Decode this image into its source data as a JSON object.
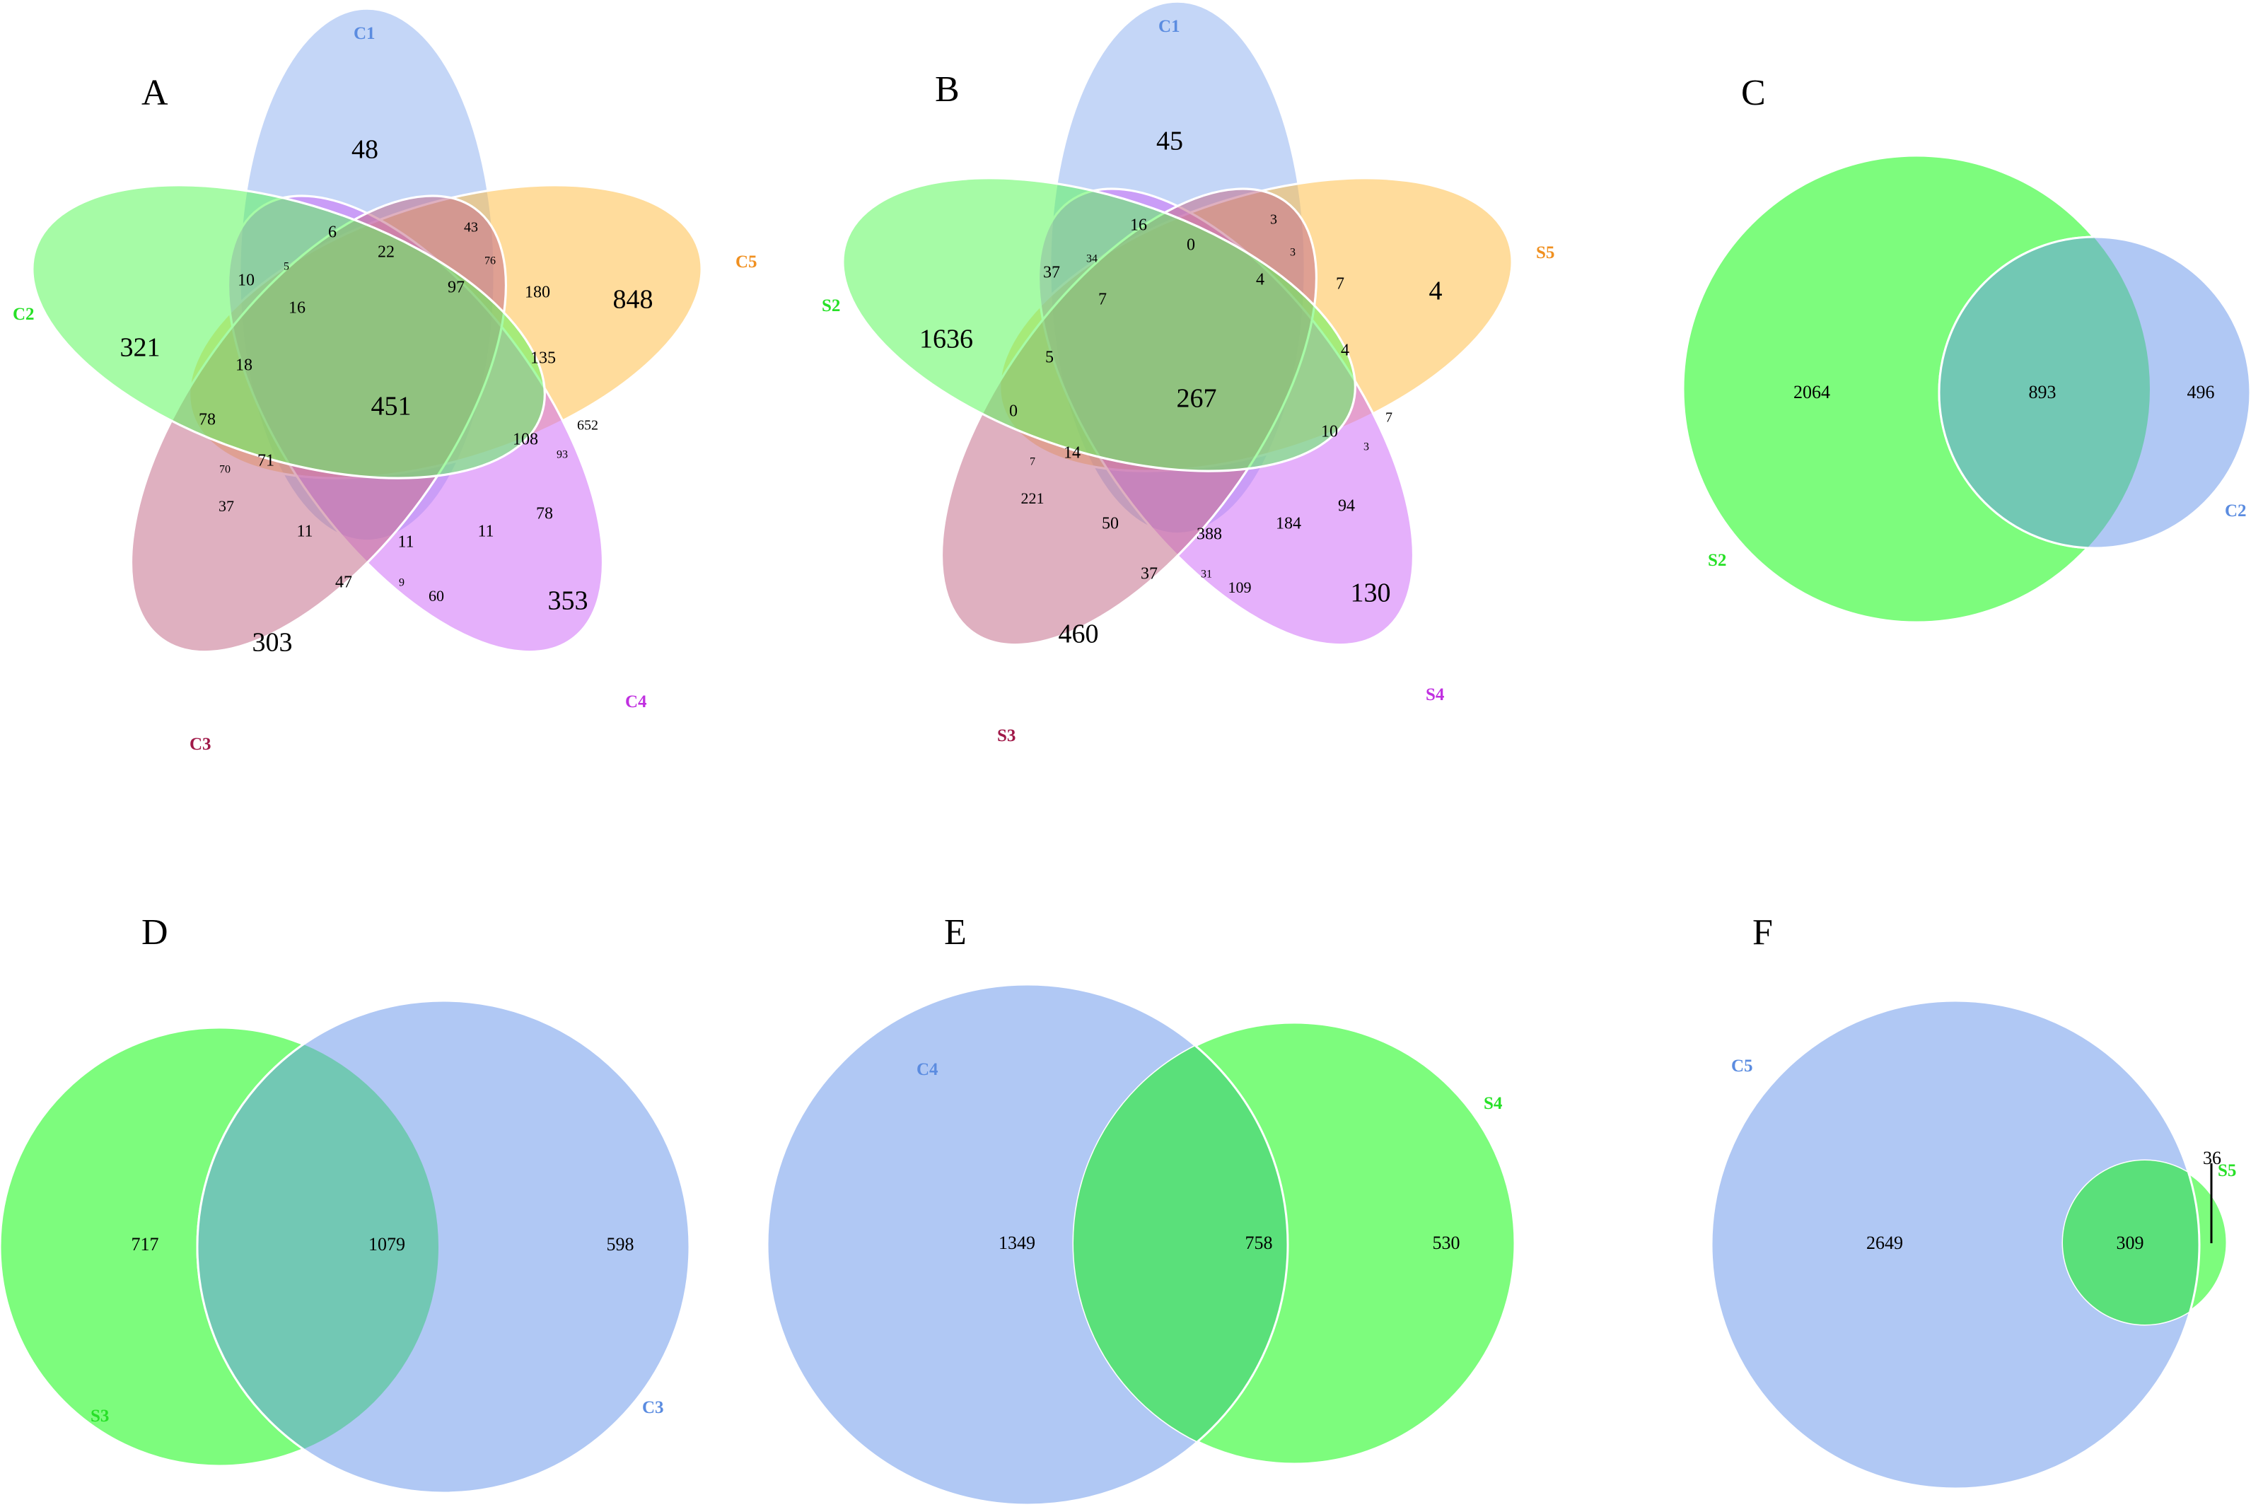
{
  "colors": {
    "green": "#5cf85c",
    "blue": "#94b4f0",
    "orange": "#ffc04a",
    "pink": "#c4708c",
    "purple": "#d070f8",
    "label_blue": "#5b8ce0",
    "label_green": "#27e027",
    "label_orange": "#f09020",
    "label_maroon": "#a01848",
    "label_purple": "#c030e0",
    "overlap_teal": "#72c8b4",
    "overlap_green": "#5ae07a"
  },
  "panels": {
    "A": {
      "label": "A",
      "sets": [
        "C1",
        "C2",
        "C3",
        "C4",
        "C5"
      ],
      "counts": [
        "48",
        "321",
        "303",
        "353",
        "848",
        "6",
        "10",
        "5",
        "22",
        "16",
        "43",
        "76",
        "97",
        "180",
        "18",
        "78",
        "451",
        "135",
        "108",
        "652",
        "93",
        "70",
        "71",
        "37",
        "11",
        "11",
        "11",
        "78",
        "47",
        "9",
        "60"
      ]
    },
    "B": {
      "label": "B",
      "sets": [
        "C1",
        "S2",
        "S3",
        "S4",
        "S5"
      ],
      "counts": [
        "45",
        "1636",
        "460",
        "130",
        "4",
        "16",
        "37",
        "34",
        "0",
        "7",
        "3",
        "3",
        "4",
        "7",
        "5",
        "0",
        "267",
        "4",
        "10",
        "7",
        "3",
        "7",
        "14",
        "221",
        "50",
        "388",
        "184",
        "94",
        "37",
        "31",
        "109"
      ]
    },
    "C": {
      "label": "C",
      "sets": [
        "S2",
        "C2"
      ],
      "counts": [
        "2064",
        "893",
        "496"
      ]
    },
    "D": {
      "label": "D",
      "sets": [
        "S3",
        "C3"
      ],
      "counts": [
        "717",
        "1079",
        "598"
      ]
    },
    "E": {
      "label": "E",
      "sets": [
        "C4",
        "S4"
      ],
      "counts": [
        "1349",
        "758",
        "530"
      ]
    },
    "F": {
      "label": "F",
      "sets": [
        "C5",
        "S5"
      ],
      "counts": [
        "2649",
        "309",
        "36"
      ]
    }
  }
}
